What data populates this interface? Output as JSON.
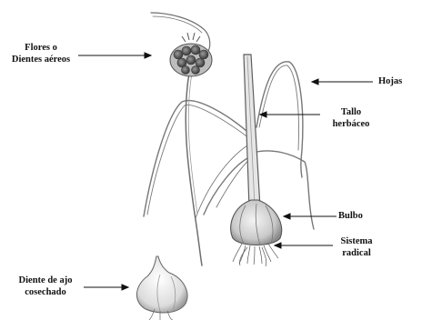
{
  "labels": {
    "flores": {
      "line1": "Flores o",
      "line2": "Dientes aéreos"
    },
    "hojas": "Hojas",
    "tallo": {
      "line1": "Tallo",
      "line2": "herbáceo"
    },
    "bulbo": "Bulbo",
    "sistema": {
      "line1": "Sistema",
      "line2": "radical"
    },
    "diente": {
      "line1": "Diente de ajo",
      "line2": "cosechado"
    }
  },
  "colors": {
    "ink": "#111111",
    "plant_stroke": "#6f6f6f",
    "bulb_fill": "#d9d9d9",
    "bulbil_fill": "#6a6a6a"
  }
}
